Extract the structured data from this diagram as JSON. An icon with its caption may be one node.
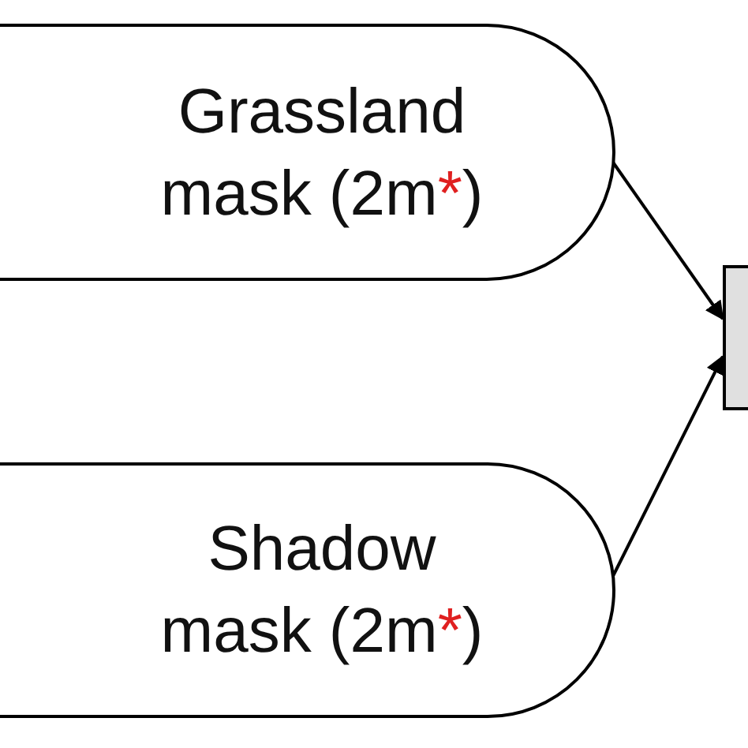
{
  "diagram": {
    "nodes": [
      {
        "text": [
          "Grassland mask (2m*)"
        ]
      },
      {
        "text": [
          "Shadow mask (2m*)"
        ]
      },
      {
        "text": [],
        "shape": "box"
      }
    ],
    "edges": [
      {
        "from": 0,
        "to": 2,
        "arrow": "to"
      },
      {
        "from": 1,
        "to": 2,
        "arrow": "to"
      }
    ]
  }
}
